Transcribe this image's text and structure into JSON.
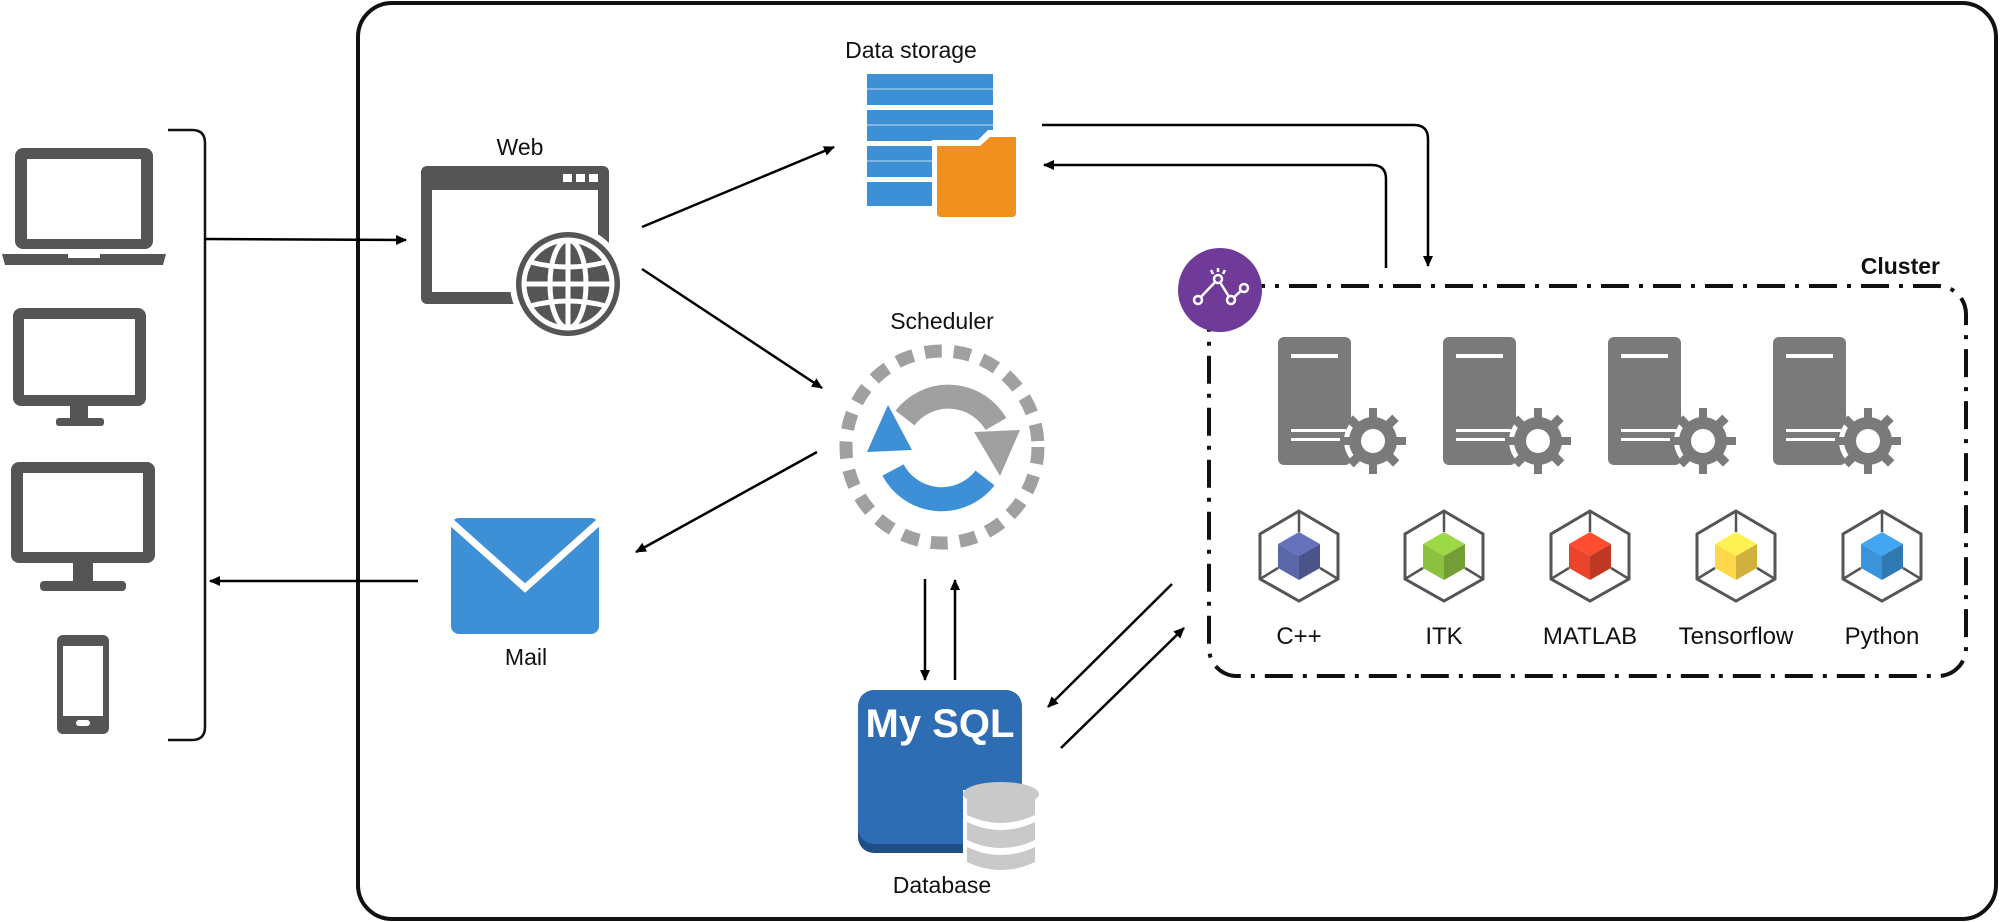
{
  "labels": {
    "web": "Web",
    "data_storage": "Data storage",
    "scheduler": "Scheduler",
    "mail": "Mail",
    "database": "Database",
    "cluster": "Cluster",
    "mysql_logo": "My SQL"
  },
  "devices": [
    "laptop-icon",
    "monitor-small-icon",
    "monitor-large-icon",
    "smartphone-icon"
  ],
  "cluster": {
    "servers": [
      "server-1",
      "server-2",
      "server-3",
      "server-4"
    ],
    "tools": [
      {
        "label": "C++",
        "color": "#5b67a8"
      },
      {
        "label": "ITK",
        "color": "#8cc13f"
      },
      {
        "label": "MATLAB",
        "color": "#e8452c"
      },
      {
        "label": "Tensorflow",
        "color": "#ffd84a"
      },
      {
        "label": "Python",
        "color": "#3b94d9"
      }
    ]
  },
  "colors": {
    "icon_gray": "#555555",
    "server_gray": "#7a7a7a",
    "storage_blue": "#3d8fd6",
    "folder_orange": "#f0901e",
    "mail_blue": "#3d8fd6",
    "mysql_blue": "#2e6db3",
    "scheduler_gray": "#a0a0a0",
    "scheduler_blue": "#3d8fd6",
    "cluster_badge_purple": "#6f3a98"
  }
}
